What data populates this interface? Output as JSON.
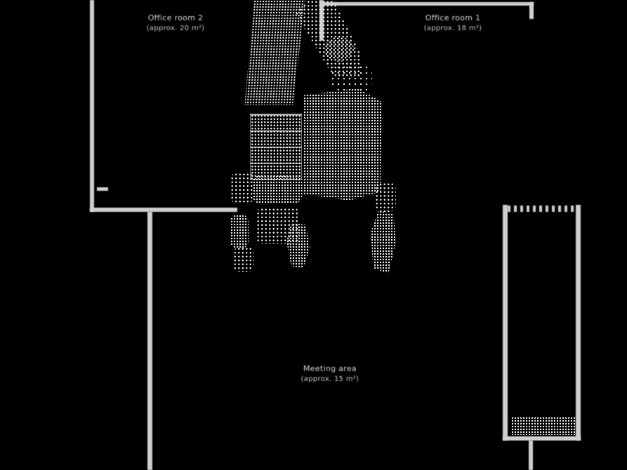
{
  "colors": {
    "bg": "#000000",
    "wall": "#cfcfcf",
    "dot": "#e3e3e3",
    "text": "#d9d9d9"
  },
  "labels": {
    "top_left": {
      "line1": "Office room 2",
      "line2": "(approx. 20 m²)"
    },
    "top_right": {
      "line1": "Office room 1",
      "line2": "(approx. 18 m²)"
    },
    "bottom_center": {
      "line1": "Meeting area",
      "line2": "(approx. 15 m²)"
    }
  }
}
